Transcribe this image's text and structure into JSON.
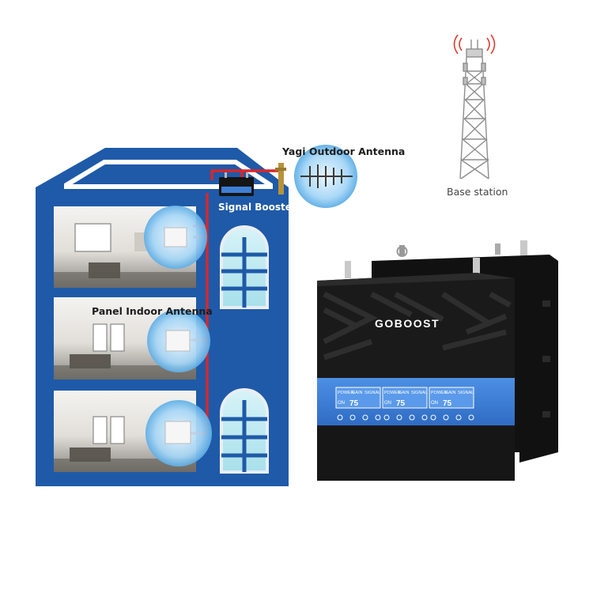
{
  "labels": {
    "yagi_antenna": "Yagi Outdoor Antenna",
    "signal_booster": "Signal Booster",
    "panel_antenna": "Panel Indoor Antenna",
    "base_station": "Base station"
  },
  "device": {
    "brand": "GOBOOST",
    "panel_headers": [
      "POWER",
      "GAIN",
      "SIGNAL"
    ],
    "panel_status": "ON",
    "panel_gain": "75",
    "panel_count": 3
  },
  "colors": {
    "house_blue": "#1f5aa8",
    "cable_red": "#d9262b",
    "lcd_blue": "#3f7fd6",
    "device_black": "#151515"
  }
}
